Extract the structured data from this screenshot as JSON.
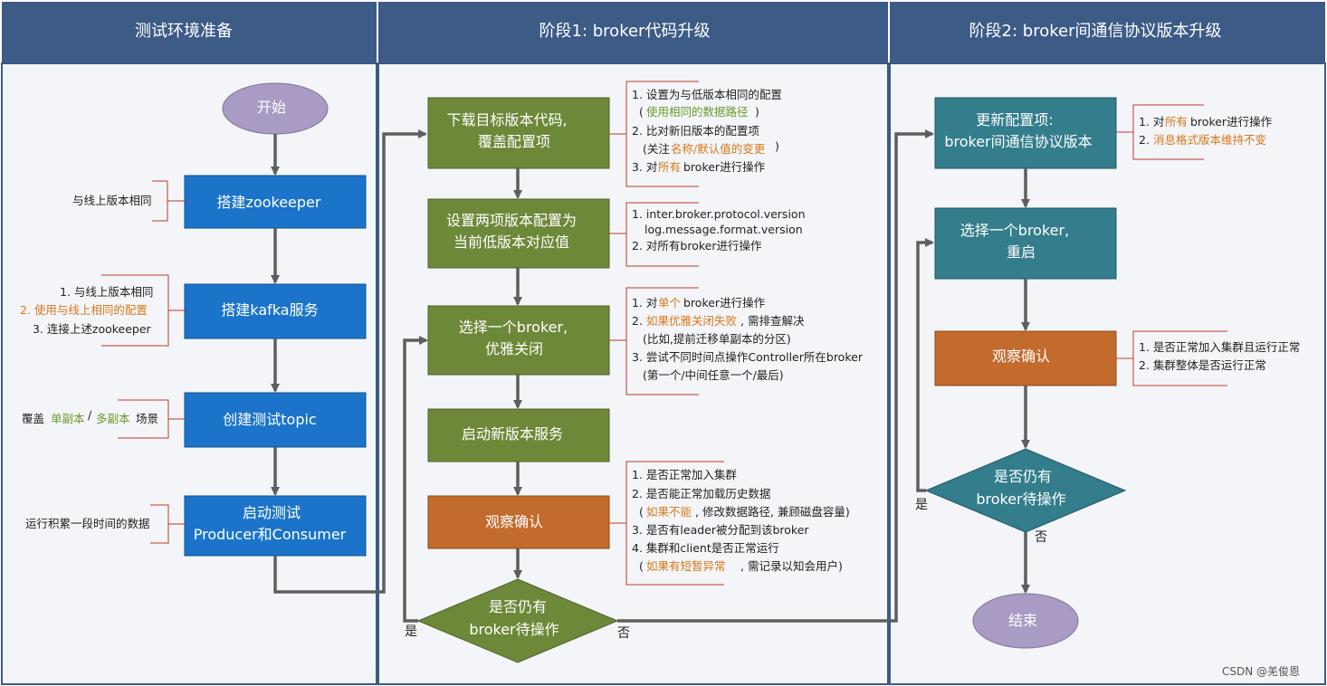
{
  "colors": {
    "header_bg": "#3c5b86",
    "panel_bg": "#f3f5f8",
    "blue_box": "#1b74c9",
    "green_box": "#6d8838",
    "orange_box": "#c36a2d",
    "teal_box": "#337d8c",
    "purple_oval": "#a99bc4",
    "bracket_red": "#c0392b",
    "arrow_gray": "#5e5e5e"
  },
  "headers": {
    "col1": "测试环境准备",
    "col2": "阶段1: broker代码升级",
    "col3": "阶段2: broker间通信协议版本升级"
  },
  "col1": {
    "start": "开始",
    "box1": "搭建zookeeper",
    "box2": "搭建kafka服务",
    "box3": "创建测试topic",
    "box4_l1": "启动测试",
    "box4_l2": "Producer和Consumer",
    "note1": "与线上版本相同",
    "note2_l1": "1. 与线上版本相同",
    "note2_l2": "2. 使用与线上相同的配置",
    "note2_l3": "3. 连接上述zookeeper",
    "note3_a": "覆盖",
    "note3_b": "单副本",
    "note3_c": "/",
    "note3_d": "多副本",
    "note3_e": "场景",
    "note4": "运行积累一段时间的数据"
  },
  "col2": {
    "box1_l1": "下载目标版本代码,",
    "box1_l2": "覆盖配置项",
    "box2_l1": "设置两项版本配置为",
    "box2_l2": "当前低版本对应值",
    "box3_l1": "选择一个broker,",
    "box3_l2": "优雅关闭",
    "box4": "启动新版本服务",
    "box5": "观察确认",
    "diamond_l1": "是否仍有",
    "diamond_l2": "broker待操作",
    "yes": "是",
    "no": "否",
    "n1_l1": "1. 设置为与低版本相同的配置",
    "n1_l2a": "(",
    "n1_l2b": "使用相同的数据路径",
    "n1_l2c": ")",
    "n1_l3": "2. 比对新旧版本的配置项",
    "n1_l4a": "(关注",
    "n1_l4b": "名称/默认值的变更",
    "n1_l4c": ")",
    "n1_l5a": "3. 对",
    "n1_l5b": "所有",
    "n1_l5c": "broker进行操作",
    "n2_l1": "1. inter.broker.protocol.version",
    "n2_l2": "log.message.format.version",
    "n2_l3": "2. 对所有broker进行操作",
    "n3_l1a": "1. 对",
    "n3_l1b": "单个",
    "n3_l1c": "broker进行操作",
    "n3_l2a": "2.",
    "n3_l2b": "如果优雅关闭失败",
    "n3_l2c": ", 需排查解决",
    "n3_l3": "(比如,提前迁移单副本的分区)",
    "n3_l4": "3. 尝试不同时间点操作Controller所在broker",
    "n3_l5": "(第一个/中间任意一个/最后)",
    "n4_l1": "1. 是否正常加入集群",
    "n4_l2": "2. 是否能正常加载历史数据",
    "n4_l3a": "(",
    "n4_l3b": "如果不能",
    "n4_l3c": ", 修改数据路径, 兼顾磁盘容量)",
    "n4_l4": "3. 是否有leader被分配到该broker",
    "n4_l5": "4. 集群和client是否正常运行",
    "n4_l6a": "(",
    "n4_l6b": "如果有短暂异常",
    "n4_l6c": ", 需记录以知会用户)"
  },
  "col3": {
    "box1_l1": "更新配置项:",
    "box1_l2": "broker间通信协议版本",
    "box2_l1": "选择一个broker,",
    "box2_l2": "重启",
    "box3": "观察确认",
    "diamond_l1": "是否仍有",
    "diamond_l2": "broker待操作",
    "yes": "是",
    "no": "否",
    "end": "结束",
    "n1_l1a": "1. 对",
    "n1_l1b": "所有",
    "n1_l1c": "broker进行操作",
    "n1_l2a": "2.",
    "n1_l2b": "消息格式版本维持不变",
    "n2_l1": "1. 是否正常加入集群且运行正常",
    "n2_l2": "2. 集群整体是否运行正常"
  },
  "watermark": "CSDN @羌俊恩"
}
